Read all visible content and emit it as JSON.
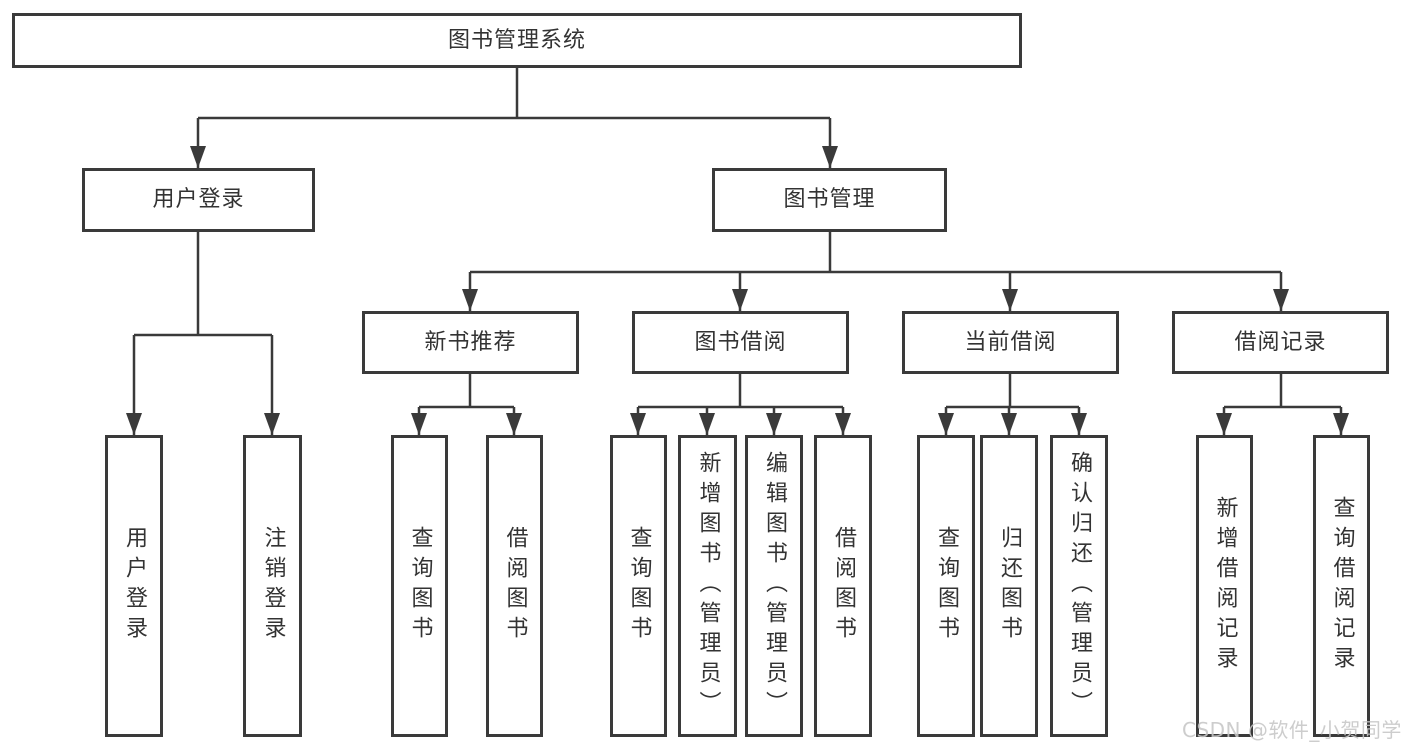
{
  "diagram": {
    "type": "function-structure-tree",
    "tree": {
      "label": "图书管理系统",
      "children": [
        {
          "label": "用户登录",
          "children": [
            {
              "label": "用户登录"
            },
            {
              "label": "注销登录"
            }
          ]
        },
        {
          "label": "图书管理",
          "children": [
            {
              "label": "新书推荐",
              "children": [
                {
                  "label": "查询图书"
                },
                {
                  "label": "借阅图书"
                }
              ]
            },
            {
              "label": "图书借阅",
              "children": [
                {
                  "label": "查询图书"
                },
                {
                  "label": "新增图书（管理员）"
                },
                {
                  "label": "编辑图书（管理员）"
                },
                {
                  "label": "借阅图书"
                }
              ]
            },
            {
              "label": "当前借阅",
              "children": [
                {
                  "label": "查询图书"
                },
                {
                  "label": "归还图书"
                },
                {
                  "label": "确认归还（管理员）"
                }
              ]
            },
            {
              "label": "借阅记录",
              "children": [
                {
                  "label": "新增借阅记录"
                },
                {
                  "label": "查询借阅记录"
                }
              ]
            }
          ]
        }
      ]
    },
    "colors": {
      "line": "#3a3a3a",
      "box_border": "#3a3a3a",
      "text": "#333333",
      "background": "#ffffff",
      "watermark_text": "#c6c6c6"
    }
  },
  "watermark": {
    "text": "CSDN @软件_小贺同学"
  }
}
